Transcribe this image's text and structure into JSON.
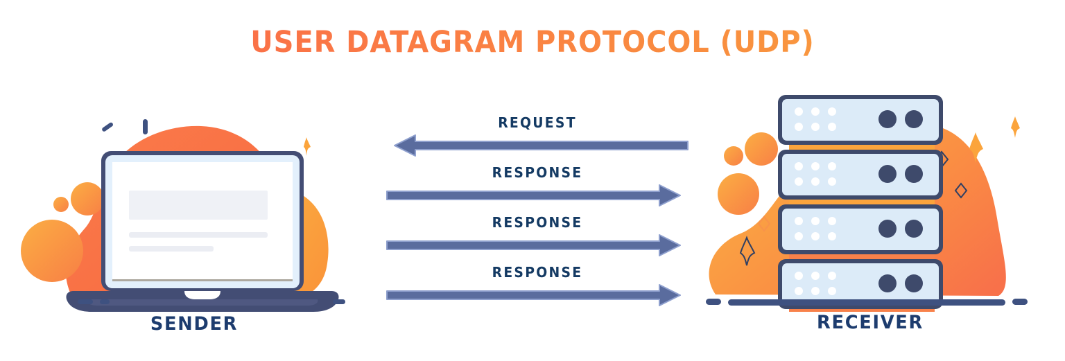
{
  "title": "USER DATAGRAM PROTOCOL (UDP)",
  "theme": {
    "title_gradient_start": "#F9644B",
    "title_gradient_end": "#F9A93F",
    "navy": "#3E4A6B",
    "deep_navy": "#143A63",
    "caption_navy": "#1D3C6E",
    "arrow_fill": "#5A6C9E",
    "arrow_stroke": "#8FA0CE",
    "orange_light": "#FBA43C",
    "orange_dark": "#F8734A",
    "screen_bezel": "#E3F0FC",
    "screen_white": "#FFFFFF",
    "screen_bar": "#EFF1F6",
    "server_face": "#DCEBF8"
  },
  "nodes": {
    "sender": {
      "label": "SENDER",
      "device": "laptop",
      "screen_bars": 3
    },
    "receiver": {
      "label": "RECEIVER",
      "device": "server-stack",
      "units": 4,
      "led_dots_per_unit": 6,
      "knobs_per_unit": 2
    }
  },
  "messages": [
    {
      "label": "REQUEST",
      "direction": "left"
    },
    {
      "label": "RESPONSE",
      "direction": "right"
    },
    {
      "label": "RESPONSE",
      "direction": "right"
    },
    {
      "label": "RESPONSE",
      "direction": "right"
    }
  ]
}
